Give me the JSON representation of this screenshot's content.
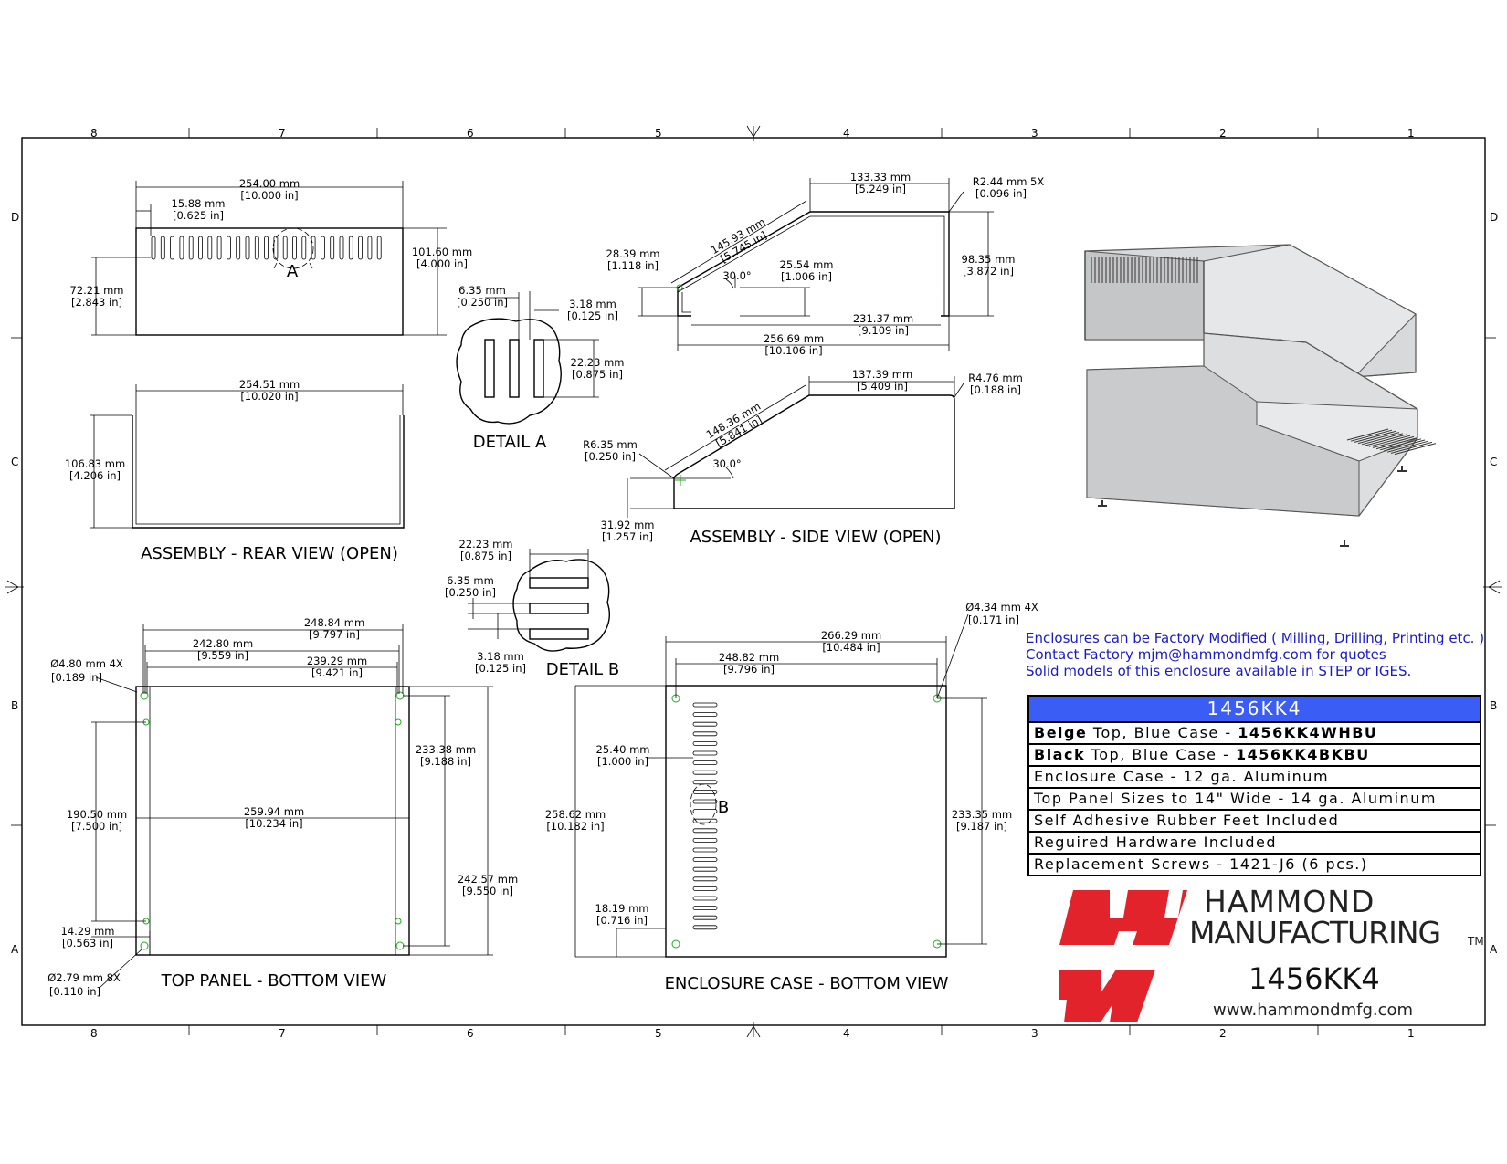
{
  "drawing": {
    "views": {
      "rear": "ASSEMBLY - REAR VIEW (OPEN)",
      "side": "ASSEMBLY - SIDE VIEW (OPEN)",
      "top_panel": "TOP PANEL - BOTTOM VIEW",
      "case_bottom": "ENCLOSURE CASE - BOTTOM VIEW",
      "detail_a": "DETAIL  A",
      "detail_b": "DETAIL  B",
      "detail_a_marker": "A",
      "detail_b_marker": "B"
    },
    "border_zones_horizontal": [
      "8",
      "7",
      "6",
      "5",
      "4",
      "3",
      "2",
      "1"
    ],
    "border_zones_vertical": [
      "D",
      "C",
      "B",
      "A"
    ],
    "dimensions": {
      "rear_width_mm": "254.00 mm",
      "rear_width_in": "[10.000 in]",
      "rear_slot_mm": "15.88 mm",
      "rear_slot_in": "[0.625 in]",
      "rear_h1_mm": "101.60 mm",
      "rear_h1_in": "[4.000 in]",
      "rear_h2_mm": "72.21 mm",
      "rear_h2_in": "[2.843 in]",
      "rear2_width_mm": "254.51 mm",
      "rear2_width_in": "[10.020 in]",
      "rear2_h_mm": "106.83 mm",
      "rear2_h_in": "[4.206 in]",
      "da_w_mm": "6.35 mm",
      "da_w_in": "[0.250 in]",
      "da_g_mm": "3.18 mm",
      "da_g_in": "[0.125 in]",
      "da_h_mm": "22.23 mm",
      "da_h_in": "[0.875 in]",
      "s1_top_mm": "133.33 mm",
      "s1_top_in": "[5.249 in]",
      "s1_r_mm": "R2.44 mm 5X",
      "s1_r_in": "[0.096 in]",
      "s1_slope_mm": "145.93 mm",
      "s1_slope_in": "[5.745 in]",
      "s1_h_mm": "28.39 mm",
      "s1_h_in": "[1.118 in]",
      "s1_ang": "30.0°",
      "s1_mid_mm": "25.54 mm",
      "s1_mid_in": "[1.006 in]",
      "s1_rh_mm": "98.35 mm",
      "s1_rh_in": "[3.872 in]",
      "s1_b1_mm": "231.37 mm",
      "s1_b1_in": "[9.109 in]",
      "s1_b2_mm": "256.69 mm",
      "s1_b2_in": "[10.106 in]",
      "s2_top_mm": "137.39 mm",
      "s2_top_in": "[5.409 in]",
      "s2_r_mm": "R4.76 mm",
      "s2_r_in": "[0.188 in]",
      "s2_slope_mm": "148.36 mm",
      "s2_slope_in": "[5.841 in]",
      "s2_r2_mm": "R6.35 mm",
      "s2_r2_in": "[0.250 in]",
      "s2_ang": "30.0°",
      "s2_h_mm": "31.92 mm",
      "s2_h_in": "[1.257 in]",
      "db_w_mm": "22.23 mm",
      "db_w_in": "[0.875 in]",
      "db_h_mm": "6.35 mm",
      "db_h_in": "[0.250 in]",
      "db_g_mm": "3.18 mm",
      "db_g_in": "[0.125 in]",
      "tp_w1_mm": "248.84 mm",
      "tp_w1_in": "[9.797 in]",
      "tp_w2_mm": "242.80 mm",
      "tp_w2_in": "[9.559 in]",
      "tp_w3_mm": "239.29 mm",
      "tp_w3_in": "[9.421 in]",
      "tp_hole_mm": "Ø4.80 mm 4X",
      "tp_hole_in": "[0.189 in]",
      "tp_h1_mm": "233.38 mm",
      "tp_h1_in": "[9.188 in]",
      "tp_h2_mm": "190.50 mm",
      "tp_h2_in": "[7.500 in]",
      "tp_w4_mm": "259.94 mm",
      "tp_w4_in": "[10.234 in]",
      "tp_h3_mm": "242.57 mm",
      "tp_h3_in": "[9.550 in]",
      "tp_off_mm": "14.29 mm",
      "tp_off_in": "[0.563 in]",
      "tp_hole2_mm": "Ø2.79 mm 8X",
      "tp_hole2_in": "[0.110 in]",
      "ec_hole_mm": "Ø4.34 mm 4X",
      "ec_hole_in": "[0.171 in]",
      "ec_w1_mm": "266.29 mm",
      "ec_w1_in": "[10.484 in]",
      "ec_w2_mm": "248.82 mm",
      "ec_w2_in": "[9.796 in]",
      "ec_off_mm": "25.40 mm",
      "ec_off_in": "[1.000 in]",
      "ec_h1_mm": "258.62 mm",
      "ec_h1_in": "[10.182 in]",
      "ec_h2_mm": "233.35 mm",
      "ec_h2_in": "[9.187 in]",
      "ec_off2_mm": "18.19 mm",
      "ec_off2_in": "[0.716 in]"
    }
  },
  "notes": [
    "Enclosures can be Factory Modified ( Milling, Drilling, Printing etc. )",
    "Contact Factory mjm@hammondmfg.com for quotes",
    "Solid models of this enclosure available in STEP or IGES."
  ],
  "spec_table": {
    "header": "1456KK4",
    "row1": {
      "color": "Beige",
      "text": " Top, Blue Case - ",
      "part": "1456KK4WHBU"
    },
    "row2": {
      "color": "Black",
      "text": " Top, Blue Case - ",
      "part": "1456KK4BKBU"
    },
    "rows": [
      "Enclosure Case - 12 ga. Aluminum",
      "Top Panel Sizes to 14\" Wide - 14 ga. Aluminum",
      "Self Adhesive Rubber Feet Included",
      "Reguired Hardware Included",
      "Replacement Screws - 1421-J6 (6 pcs.)"
    ]
  },
  "brand": {
    "line1": "HAMMOND",
    "line2": "MANUFACTURING",
    "tm": "TM",
    "model": "1456KK4",
    "website": "www.hammondmfg.com",
    "logo_color": "#e3232b"
  },
  "colors": {
    "note_text": "#1a1acc",
    "table_header": "#3a5ef5",
    "hole_marker": "#22aa22"
  }
}
